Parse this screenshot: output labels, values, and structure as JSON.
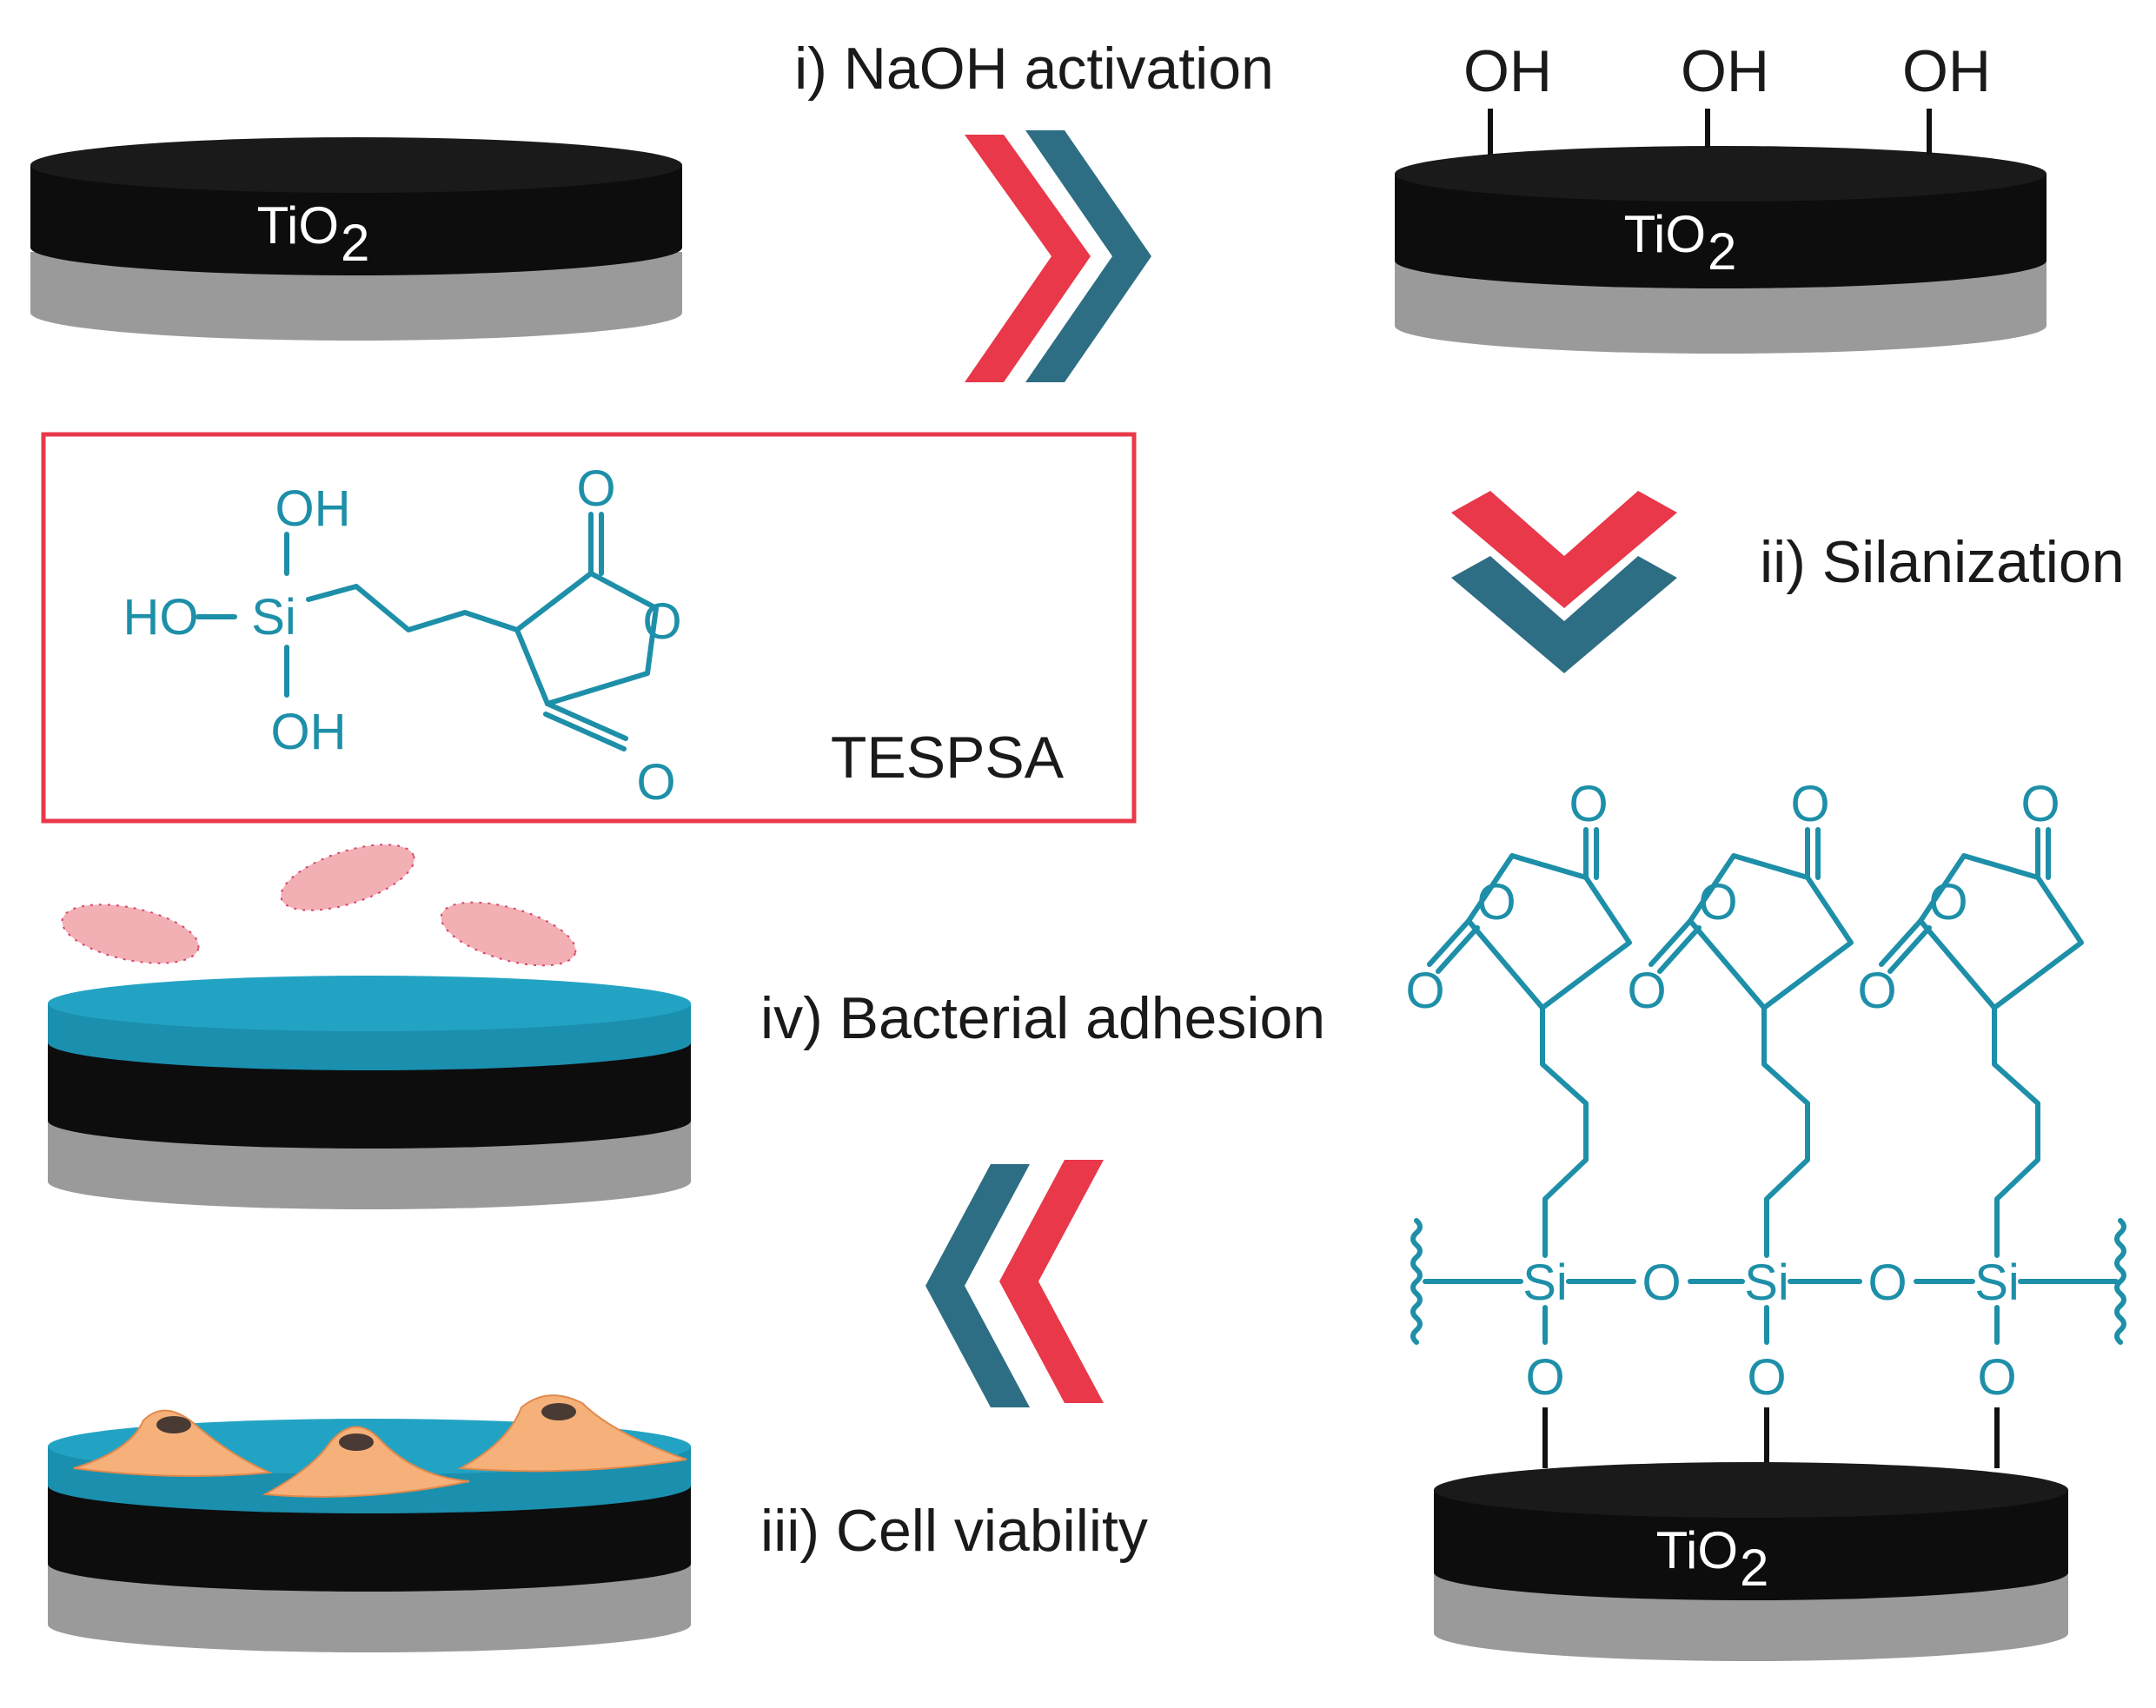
{
  "colors": {
    "accent_red": "#e8384a",
    "accent_teal": "#2e6e84",
    "molecule": "#1e8fa8",
    "disk_black": "#0d0d0d",
    "disk_grey": "#9a9a9a",
    "coating": "#1b8fae",
    "bacteria": "#f3b0b4",
    "cell": "#f6b07a"
  },
  "labels": {
    "step1": "i) NaOH activation",
    "step2": "ii) Silanization",
    "step3": "iii) Cell viability",
    "step4": "iv) Bacterial adhesion",
    "tio2_main": "TiO",
    "tio2_sub": "2",
    "oh": "OH",
    "tespsa": "TESPSA",
    "mol_oh": "OH",
    "mol_ho": "HO",
    "mol_si": "Si",
    "mol_o": "O"
  }
}
